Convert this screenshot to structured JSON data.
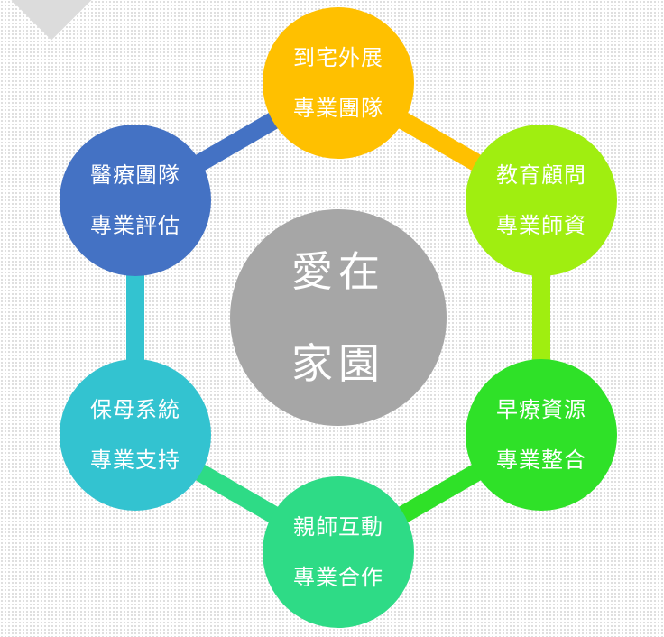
{
  "center": {
    "line1": "愛在",
    "line2": "家園",
    "color": "#a6a6a6"
  },
  "nodes": [
    {
      "id": "home-visit",
      "line1": "到宅外展",
      "line2": "專業團隊",
      "color": "#ffc000"
    },
    {
      "id": "education",
      "line1": "教育顧問",
      "line2": "專業師資",
      "color": "#a0ee10"
    },
    {
      "id": "early-intervention",
      "line1": "早療資源",
      "line2": "專業整合",
      "color": "#2fe128"
    },
    {
      "id": "parent-teacher",
      "line1": "親師互動",
      "line2": "專業合作",
      "color": "#2edb86"
    },
    {
      "id": "nanny",
      "line1": "保母系統",
      "line2": "專業支持",
      "color": "#33c3d0"
    },
    {
      "id": "medical",
      "line1": "醫療團隊",
      "line2": "專業評估",
      "color": "#4472c4"
    }
  ]
}
